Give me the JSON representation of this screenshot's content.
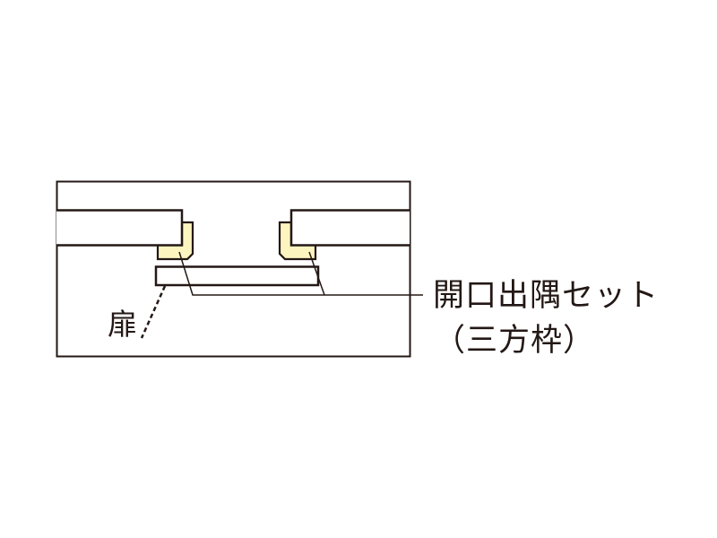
{
  "diagram": {
    "type": "cross-section",
    "labels": {
      "door": "扉",
      "set_line1": "開口出隅セット",
      "set_line2": "（三方枠）"
    },
    "colors": {
      "stroke": "#231815",
      "frame_fill": "#FDF5C0",
      "background": "#FFFFFF"
    },
    "parts": [
      {
        "name": "outer-frame",
        "description": "Outer boundary of the section"
      },
      {
        "name": "left-wall-panel",
        "description": "Left wall panel"
      },
      {
        "name": "right-wall-panel",
        "description": "Right wall panel"
      },
      {
        "name": "left-corner-trim",
        "description": "Left L-shaped opening corner trim (yellow)"
      },
      {
        "name": "right-corner-trim",
        "description": "Right L-shaped opening corner trim (yellow)"
      },
      {
        "name": "door",
        "description": "Door panel below the opening"
      }
    ]
  }
}
